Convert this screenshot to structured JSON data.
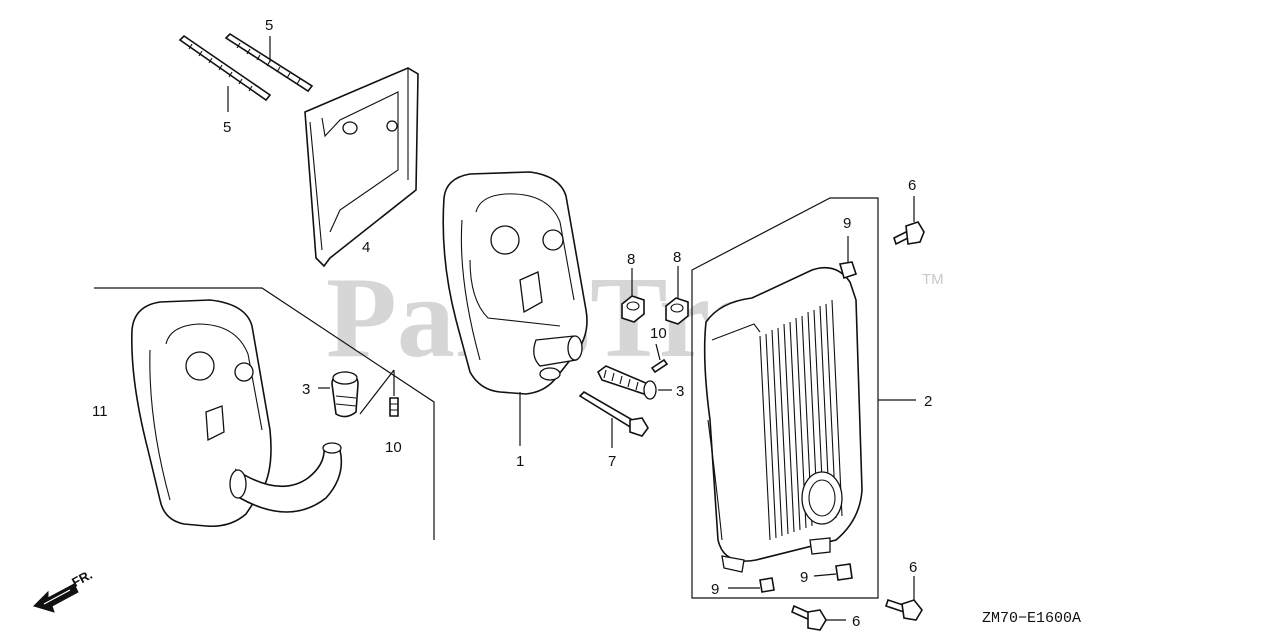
{
  "watermark": {
    "text": "PartsTree",
    "trademark": "TM"
  },
  "diagram_code": "ZM70−E1600A",
  "front_indicator": "FR.",
  "labels": {
    "p1": "1",
    "p2": "2",
    "p3a": "3",
    "p3b": "3",
    "p4": "4",
    "p5a": "5",
    "p5b": "5",
    "p6a": "6",
    "p6b": "6",
    "p6c": "6",
    "p7": "7",
    "p8a": "8",
    "p8b": "8",
    "p9a": "9",
    "p9b": "9",
    "p9c": "9",
    "p10a": "10",
    "p10b": "10",
    "p11": "11"
  }
}
